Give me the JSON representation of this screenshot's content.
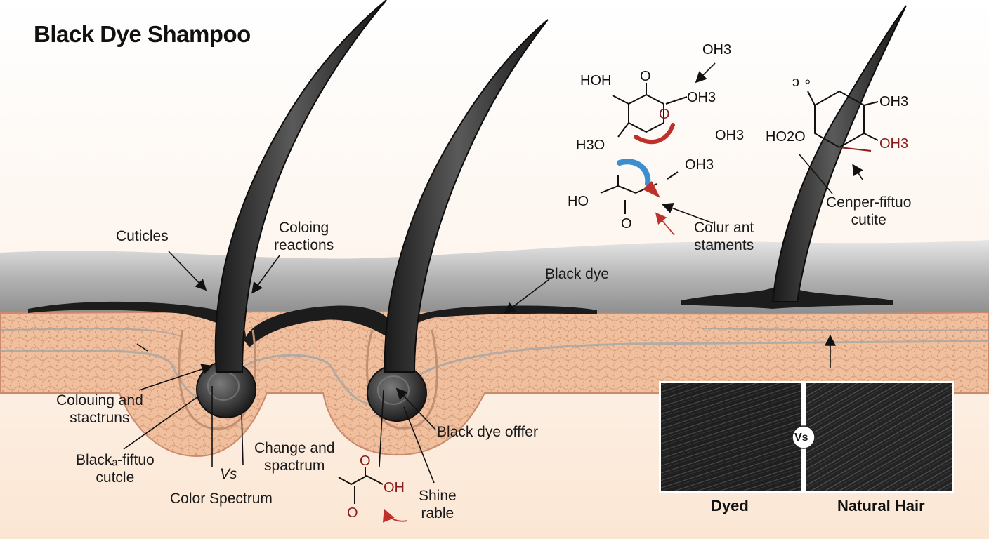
{
  "title": "Black Dye Shampoo",
  "labels": {
    "cuticles": "Cuticles",
    "coloring_reactions": [
      "Coloing",
      "reactions"
    ],
    "black_dye": "Black dye",
    "colouring_structures": [
      "Colouing and",
      "stactruns"
    ],
    "black_fiftuo_cuticle": [
      "Blackₐ-fiftuo",
      "cutcle"
    ],
    "vs_small": "Vs",
    "color_spectrum": "Color Spectrum",
    "change_spectrum": [
      "Change and",
      "spactrum"
    ],
    "black_dye_offer": "Black dye offfer",
    "shine_rable": [
      "Shine",
      "rable"
    ],
    "colur_statements": [
      "Colur ant",
      "staments"
    ],
    "cenper_cutite": [
      "Cenper-fiftuo",
      "cutite"
    ]
  },
  "chemistry": {
    "left": {
      "hoh": "HOH",
      "o_top": "O",
      "oh3_ring": "OH3",
      "h3o": "H3O",
      "oh3_top": "OH3",
      "oh3_mid": "OH3"
    },
    "middle": {
      "ho": "HO",
      "o": "O",
      "oh3": "OH3"
    },
    "right": {
      "o_top": "ↄ ∘",
      "oh3_top": "OH3",
      "ho2o": "HO2O",
      "oh3_bottom": "OH3"
    },
    "bottom": {
      "o_top": "O",
      "oh": "OH",
      "o_bottom": "O"
    }
  },
  "comparison": {
    "left_caption": "Dyed",
    "right_caption": "Natural Hair",
    "vs": "Vs"
  },
  "colors": {
    "hair": "#2b2b2b",
    "skin_layer": "#f1c2a2",
    "cuticle_band": "#b8b8b8",
    "arrow_red": "#c0302a",
    "arrow_blue": "#3b8fd0"
  }
}
